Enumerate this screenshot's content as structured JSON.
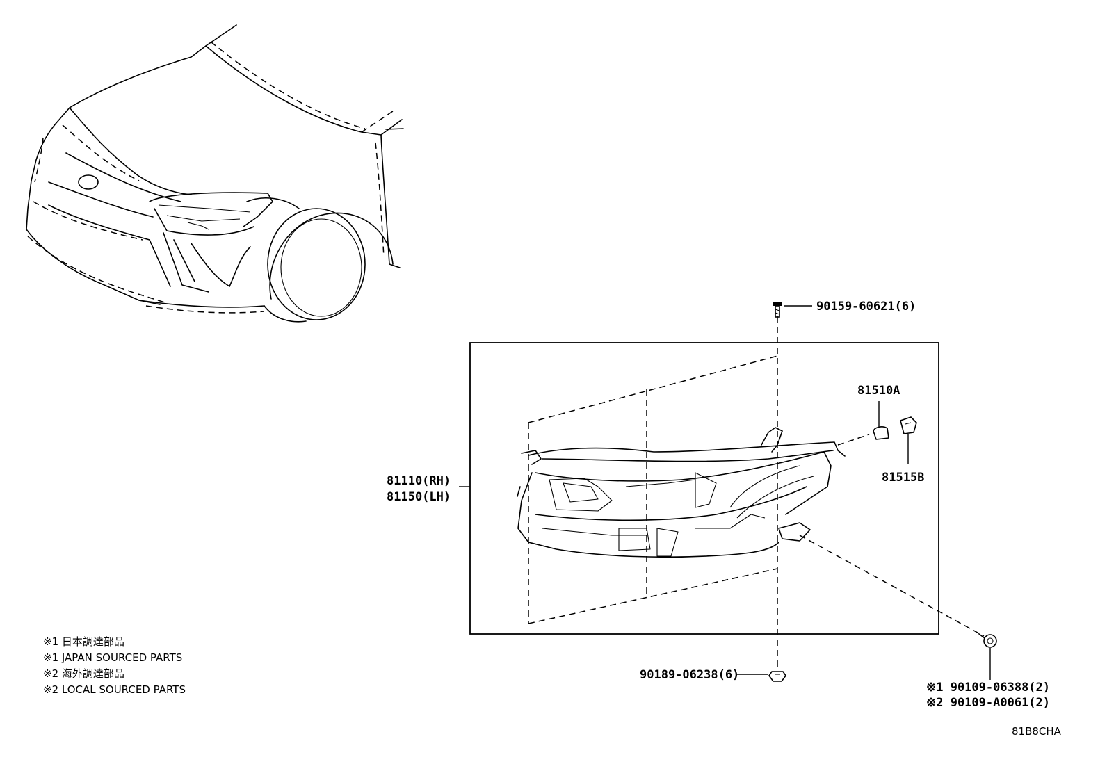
{
  "parts": {
    "headlamp_rh": "81110(RH)",
    "headlamp_lh": "81150(LH)",
    "bulb": "81510A",
    "socket": "81515B",
    "top_screw": "90159-60621(6)",
    "bottom_clip": "90189-06238(6)",
    "bolt_japan": "※1 90109-06388(2)",
    "bolt_local": "※2 90109-A0061(2)"
  },
  "legend": [
    "※1 日本調達部品",
    "※1 JAPAN SOURCED PARTS",
    "※2 海外調達部品",
    "※2 LOCAL SOURCED PARTS"
  ],
  "illustration_code": "81B8CHA",
  "icons": [
    "vehicle-front-view",
    "headlamp-assembly",
    "screw",
    "clip",
    "bolt",
    "bulb",
    "socket"
  ]
}
